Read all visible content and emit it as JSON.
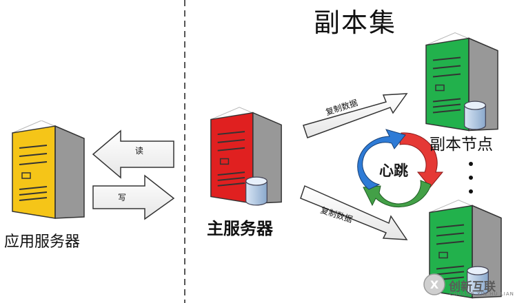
{
  "title": "副本集",
  "nodes": {
    "app_server": {
      "label": "应用服务器",
      "color": "#f5c518",
      "icon": "server-icon"
    },
    "primary_server": {
      "label": "主服务器",
      "color": "#e02020",
      "icon": "server-icon"
    },
    "replica_nodes": {
      "label": "副本节点",
      "color": "#22b14c",
      "icon": "server-icon"
    }
  },
  "edges": {
    "read": "读",
    "write": "写",
    "replicate_upper": "复制数据",
    "replicate_lower": "复制数据"
  },
  "heartbeat": {
    "label": "心跳",
    "colors": [
      "#e53935",
      "#2e7bd6",
      "#43a047"
    ]
  },
  "ellipsis_dots": 3,
  "watermark": {
    "text": "创新互联",
    "subtext": "CHUANG XIN HU LIAN"
  }
}
